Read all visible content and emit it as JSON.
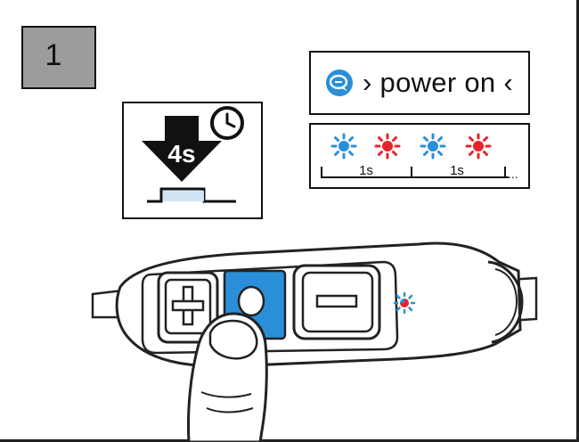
{
  "step": {
    "number": "1"
  },
  "press_icon": {
    "duration": "4s"
  },
  "voice_prompt": {
    "text": "› power on ‹"
  },
  "led_pattern": {
    "sequence": [
      "blue",
      "red",
      "blue",
      "red"
    ],
    "intervals": [
      "1s",
      "1s"
    ],
    "continuation": "..."
  },
  "colors": {
    "blue_led": "#2a8fd8",
    "red_led": "#e8232a",
    "button_blue": "#2a8fd8",
    "step_box": "#9c9c9c"
  },
  "remote": {
    "buttons": [
      "plus-button",
      "power-button",
      "minus-button"
    ],
    "status_led": "blue-red"
  }
}
